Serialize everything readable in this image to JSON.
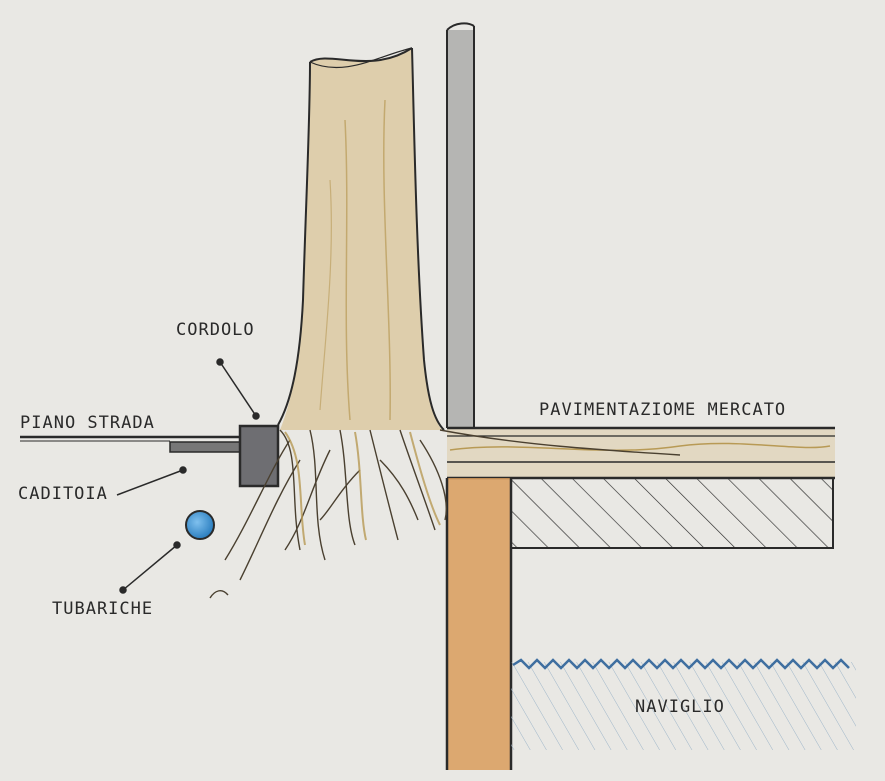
{
  "labels": {
    "cordolo": "CORDOLO",
    "piano_strada": "PIANO STRADA",
    "caditoia": "CADITOIA",
    "tubariche": "TUBARICHE",
    "pavimentazione": "PAVIMENTAZIOME MERCATO",
    "naviglio": "NAVIGLIO"
  },
  "colors": {
    "paper": "#e9e8e4",
    "ink": "#2a2a2a",
    "trunk": "#d9c69a",
    "wall": "#d99c5c",
    "water": "#3f6fa0",
    "pipe": "#2c7fc0"
  }
}
